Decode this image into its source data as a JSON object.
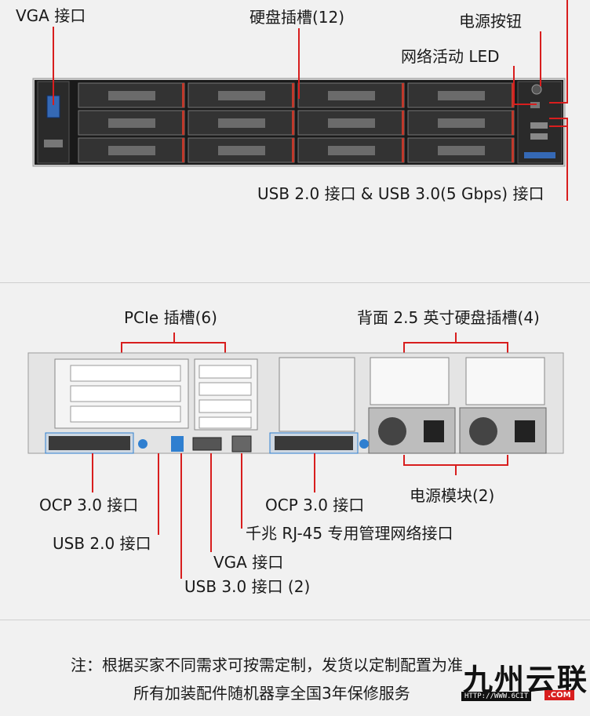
{
  "front": {
    "labels": {
      "vga": "VGA 接口",
      "drive_bays": "硬盘插槽(12)",
      "power_button": "电源按钮",
      "network_led": "网络活动 LED",
      "usb_front": "USB 2.0 接口 & USB 3.0(5 Gbps) 接口"
    }
  },
  "rear": {
    "labels": {
      "pcie": "PCIe 插槽(6)",
      "rear_bays": "背面 2.5 英寸硬盘插槽(4)",
      "ocp_left": "OCP 3.0 接口",
      "usb2": "USB 2.0 接口",
      "vga": "VGA 接口",
      "usb3": "USB 3.0 接口 (2)",
      "ocp_right": "OCP 3.0 接口",
      "rj45": "千兆 RJ-45 专用管理网络接口",
      "psu": "电源模块(2)"
    }
  },
  "footer": {
    "note_line1": "注：根据买家不同需求可按需定制，发货以定制配置为准",
    "note_line2": "所有加装配件随机器享全国3年保修服务"
  },
  "watermark": {
    "brand": "九州云联",
    "url": "HTTP://WWW.6CIT",
    "suffix": ".COM"
  },
  "colors": {
    "accent": "#d81e1e",
    "bezel": "#1c1c1c",
    "chassis": "#d9d9d9",
    "blue": "#2f7fd0"
  }
}
